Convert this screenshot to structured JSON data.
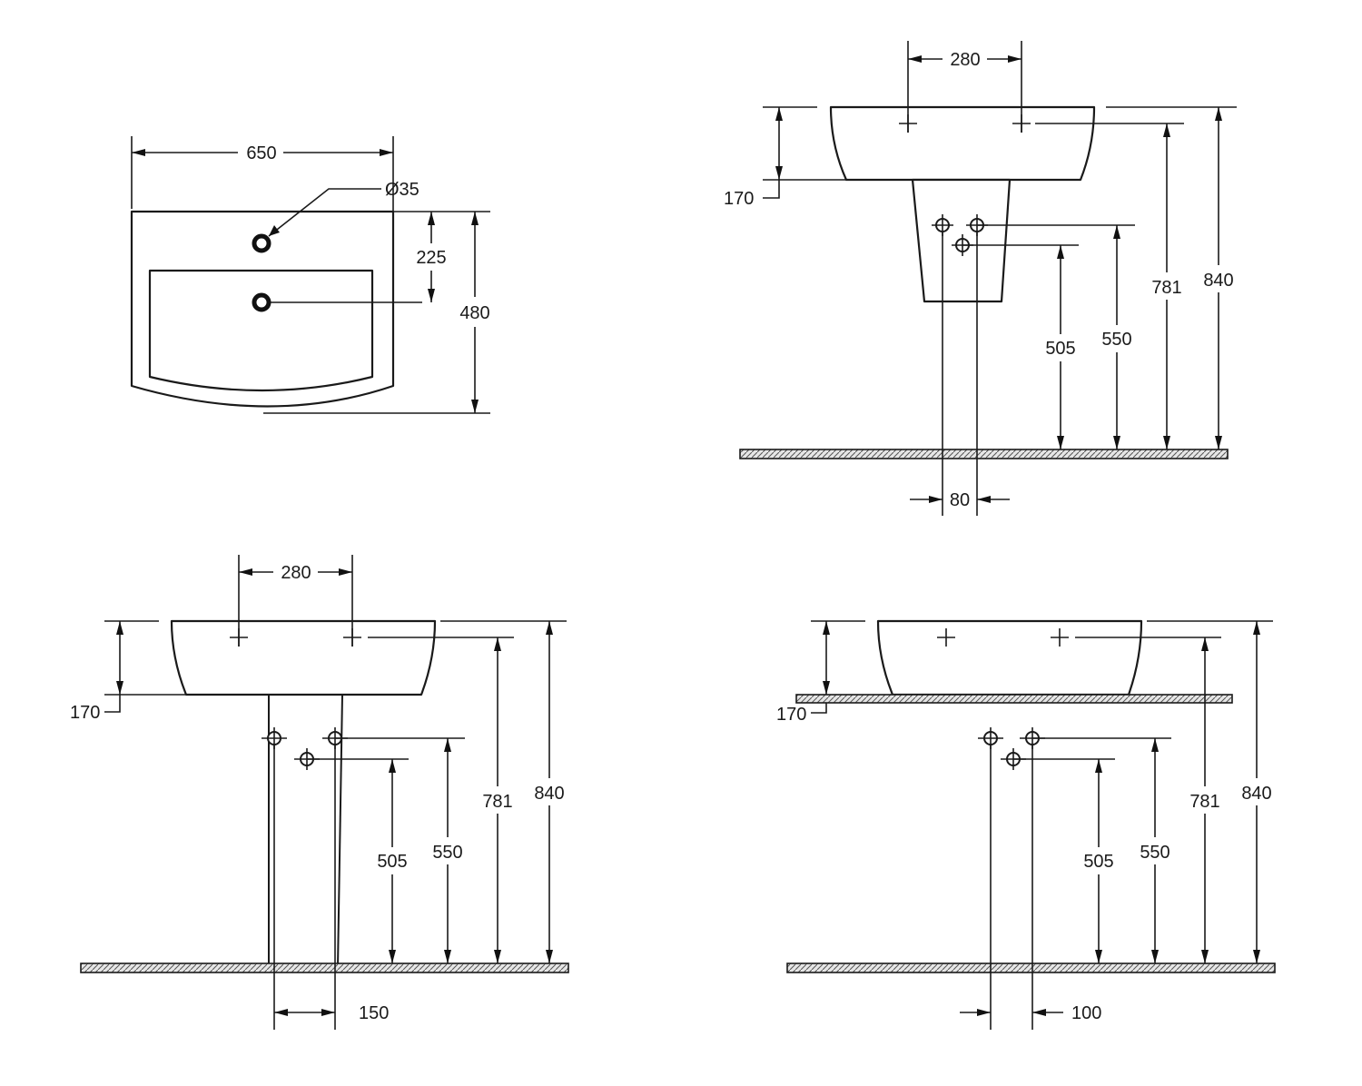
{
  "colors": {
    "line": "#1a1a1a",
    "background": "#ffffff"
  },
  "views": {
    "top_view": {
      "width": "650",
      "hole_diameter": "Ø35",
      "hole_offset": "225",
      "depth": "480"
    },
    "half_pedestal_view": {
      "tap_spacing": "280",
      "bowl_height": "170",
      "waste_height": "505",
      "supply_height": "550",
      "tap_height": "781",
      "rim_height": "840",
      "pedestal_spacing": "80"
    },
    "pedestal_view": {
      "tap_spacing": "280",
      "bowl_height": "170",
      "waste_height": "505",
      "supply_height": "550",
      "tap_height": "781",
      "rim_height": "840",
      "pedestal_spacing": "150"
    },
    "countertop_view": {
      "bowl_height": "170",
      "waste_height": "505",
      "supply_height": "550",
      "tap_height": "781",
      "rim_height": "840",
      "pipe_spacing": "100"
    }
  }
}
